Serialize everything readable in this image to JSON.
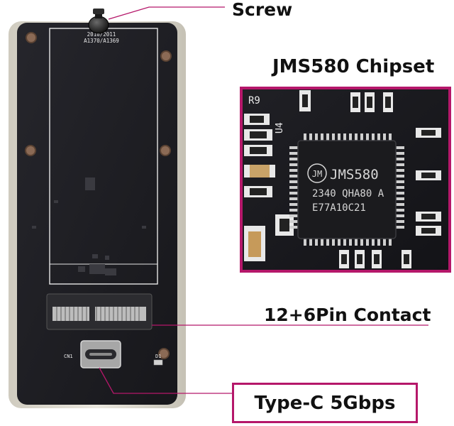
{
  "callouts": {
    "screw": "Screw",
    "chipset": "JMS580 Chipset",
    "contact": "12+6Pin Contact",
    "typec": "Type-C 5Gbps"
  },
  "board": {
    "model_line1": "2010/2011",
    "model_line2": "A1370/A1369",
    "connector_label": "CN1",
    "led_label": "D1"
  },
  "chip": {
    "brand": "JM",
    "part": "JMS580",
    "line2": "2340 QHA80 A",
    "line3": "E77A10C21",
    "ref_r9": "R9",
    "ref_u4": "U4"
  },
  "colors": {
    "accent": "#b5176a",
    "pcb": "#1d1d22",
    "rail": "#d9d6cc"
  }
}
